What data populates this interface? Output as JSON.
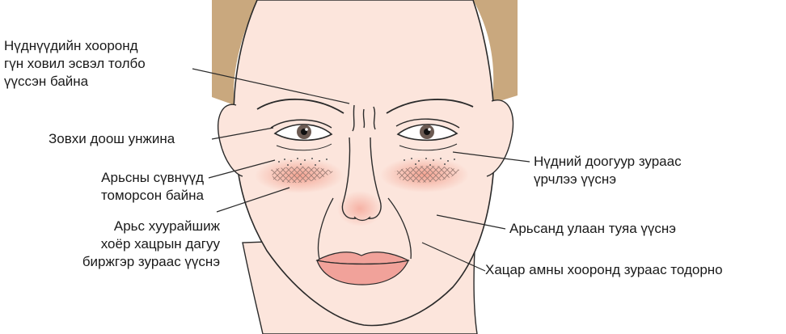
{
  "labels": {
    "frown_lines": [
      "Нүднүүдийн хооронд",
      "гүн ховил эсвэл толбо",
      "үүссэн байна"
    ],
    "drooping_brow": [
      "Зовхи доош унжина"
    ],
    "enlarged_pores": [
      "Арьсны сүвнүүд",
      "томорсон байна"
    ],
    "nasolabial": [
      "Арьс хуурайшиж",
      "хоёр хацрын дагуу",
      "биржгэр зураас үүснэ"
    ],
    "under_eye": [
      "Нүдний доогуур зураас",
      "үрчлээ үүснэ"
    ],
    "redness": [
      "Арьсанд улаан туяа үүснэ"
    ],
    "mouth_lines": [
      "Хацар амны хооронд зураас тодорно"
    ]
  },
  "colors": {
    "hair": "#c9a87e",
    "skin": "#fce5dc",
    "blush": "#f2a08c",
    "lips": "#f1a29a",
    "outline": "#2a2a2a",
    "text": "#1a1a1a"
  },
  "icons": {
    "face": "face-illustration"
  }
}
